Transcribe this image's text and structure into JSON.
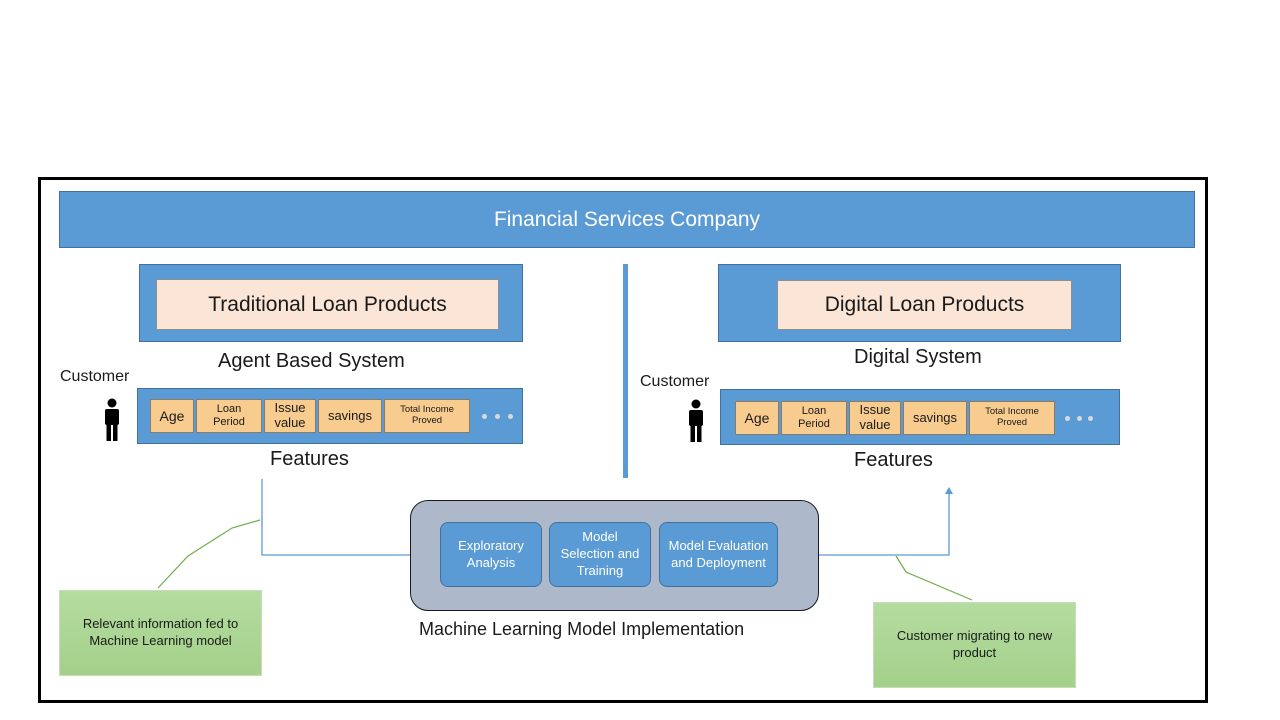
{
  "banner": "Financial Services Company",
  "left": {
    "product": "Traditional Loan Products",
    "system": "Agent Based System",
    "customer": "Customer",
    "features_label": "Features",
    "features": [
      "Age",
      "Loan Period",
      "Issue value",
      "savings",
      "Total Income Proved"
    ]
  },
  "right": {
    "product": "Digital Loan Products",
    "system": "Digital System",
    "customer": "Customer",
    "features_label": "Features",
    "features": [
      "Age",
      "Loan Period",
      "Issue value",
      "savings",
      "Total Income Proved"
    ]
  },
  "ml": {
    "title": "Machine Learning Model Implementation",
    "steps": [
      "Exploratory Analysis",
      "Model Selection and Training",
      "Model Evaluation and Deployment"
    ]
  },
  "notes": {
    "left": "Relevant information fed to Machine Learning model",
    "right": "Customer migrating to new product"
  },
  "colors": {
    "primary": "#5b9bd5",
    "product_bg": "#fbe5d6",
    "feature_bg": "#f8cb8e",
    "ml_bg": "#adb9ca",
    "note_bg": "#a9d18e"
  }
}
